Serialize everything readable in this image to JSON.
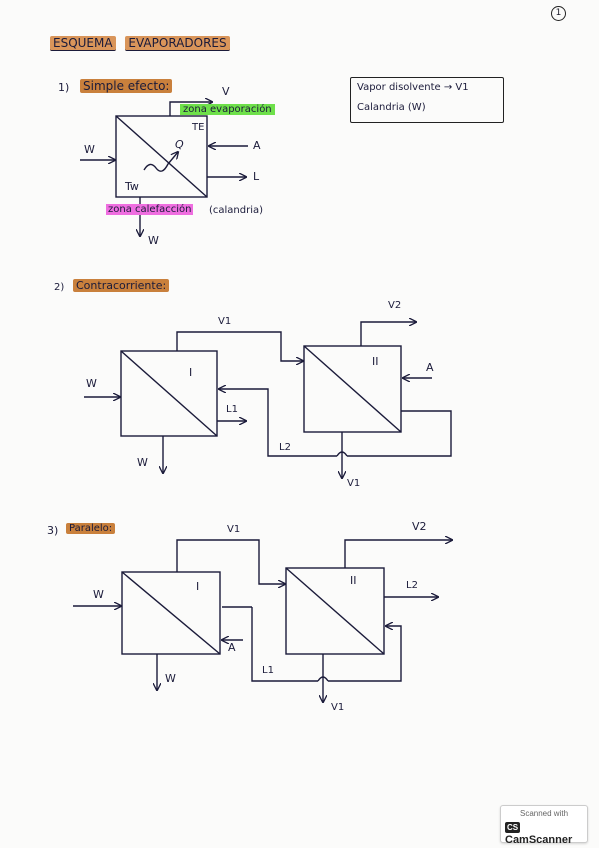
{
  "page_number": "1",
  "header": {
    "word1": "ESQUEMA",
    "word2": "EVAPORADORES"
  },
  "sections": {
    "s1": {
      "number": "1)",
      "title": "Simple efecto:",
      "labels": {
        "v": "V",
        "zona_evap": "zona evaporación",
        "te": "TE",
        "w_in": "W",
        "q": "Q",
        "a": "A",
        "l": "L",
        "tw": "Tw",
        "zona_cal": "zona calefacción",
        "calandria": "(calandria)",
        "w_out": "W"
      },
      "note_line1": "Vapor disolvente → V1",
      "note_line2": "Calandria (W)"
    },
    "s2": {
      "number": "2)",
      "title": "Contracorriente:",
      "labels": {
        "v1": "V1",
        "v2": "V2",
        "i": "I",
        "ii": "II",
        "w_in": "W",
        "a": "A",
        "l1": "L1",
        "l2": "L2",
        "w_out": "W",
        "v1_out": "V1"
      }
    },
    "s3": {
      "number": "3)",
      "title": "Paralelo:",
      "labels": {
        "v1": "V1",
        "v2": "V2",
        "i": "I",
        "ii": "II",
        "w_in": "W",
        "a": "A",
        "l1": "L1",
        "l2": "L2",
        "w_out": "W",
        "v1_out": "V1"
      }
    }
  },
  "watermark": {
    "line1": "Scanned with",
    "logo": "CS",
    "line2": "CamScanner"
  }
}
